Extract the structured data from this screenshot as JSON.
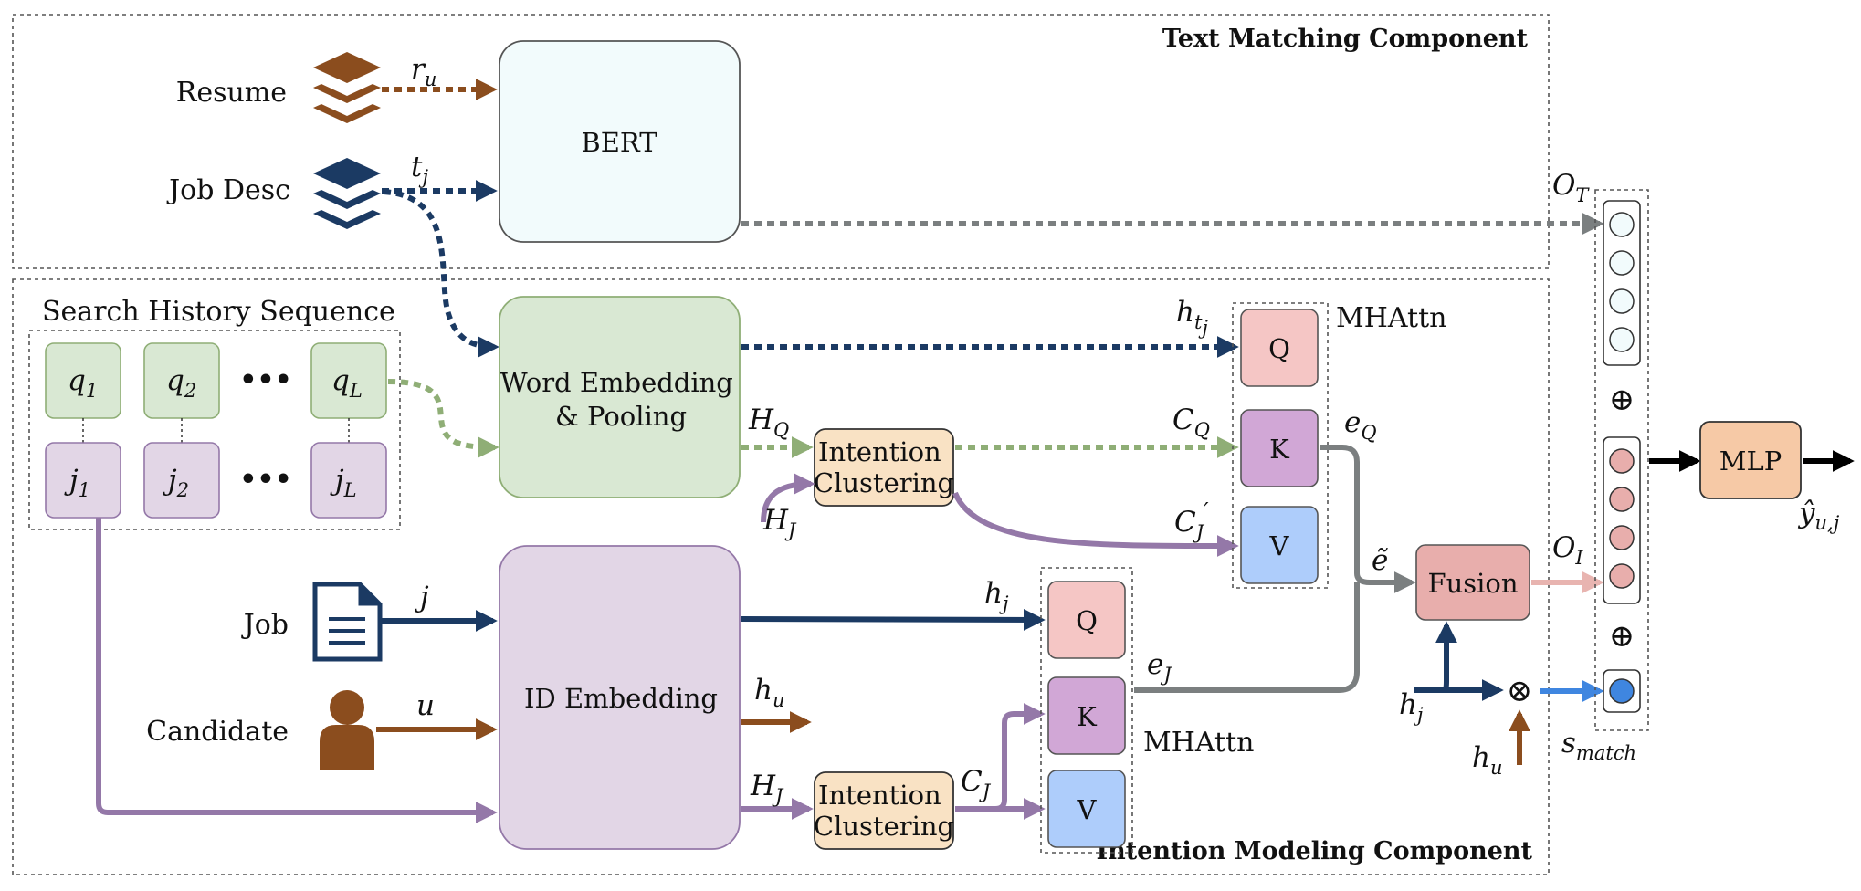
{
  "components": {
    "text_matching": "Text Matching Component",
    "intention_modeling": "Intention Modeling Component",
    "search_history": "Search History Sequence"
  },
  "inputs": {
    "resume": "Resume",
    "job_desc": "Job Desc",
    "job": "Job",
    "candidate": "Candidate"
  },
  "modules": {
    "bert": "BERT",
    "word_embedding_line1": "Word Embedding",
    "word_embedding_line2": "& Pooling",
    "id_embedding": "ID Embedding",
    "intention_clustering_line1": "Intention",
    "intention_clustering_line2": "Clustering",
    "fusion": "Fusion",
    "mlp": "MLP",
    "mhattn": "MHAttn",
    "q": "Q",
    "k": "K",
    "v": "V"
  },
  "sequence": {
    "ellipsis": "•••",
    "queries": [
      {
        "base": "q",
        "sub": "1"
      },
      {
        "base": "q",
        "sub": "2"
      },
      {
        "base": "q",
        "sub": "L"
      }
    ],
    "jobs": [
      {
        "base": "j",
        "sub": "1"
      },
      {
        "base": "j",
        "sub": "2"
      },
      {
        "base": "j",
        "sub": "L"
      }
    ]
  },
  "symbols": {
    "r_u": {
      "base": "r",
      "sub": "u"
    },
    "t_j": {
      "base": "t",
      "sub": "j"
    },
    "O_T": {
      "base": "O",
      "sub": "T"
    },
    "h_tj": {
      "base": "h",
      "sub": "t"
    },
    "H_Q": {
      "base": "H",
      "sub": "Q"
    },
    "C_Q": {
      "base": "C",
      "sub": "Q"
    },
    "e_Q": {
      "base": "e",
      "sub": "Q"
    },
    "H_J_upper": {
      "base": "H",
      "sub": "J"
    },
    "C_J_prime": {
      "base": "C",
      "sub": "J"
    },
    "e_tilde": "ẽ",
    "O_I": {
      "base": "O",
      "sub": "I"
    },
    "j": "j",
    "h_j": {
      "base": "h",
      "sub": "j"
    },
    "u": "u",
    "h_u": {
      "base": "h",
      "sub": "u"
    },
    "e_J": {
      "base": "e",
      "sub": "J"
    },
    "H_J_lower": {
      "base": "H",
      "sub": "J"
    },
    "C_J": {
      "base": "C",
      "sub": "J"
    },
    "h_j_fusion": {
      "base": "h",
      "sub": "j"
    },
    "h_u_fusion": {
      "base": "h",
      "sub": "u"
    },
    "s_match": {
      "base": "s",
      "sub": "match"
    },
    "y_hat": {
      "base": "ŷ",
      "sub": "u,j"
    },
    "oplus": "⊕",
    "otimes": "⊗"
  },
  "colors": {
    "navy": "#1b3a63",
    "brown": "#8b4d1e",
    "green_arrow": "#8fae76",
    "purple_arrow": "#9478a8",
    "gray_arrow": "#7b7f80",
    "pink_arrow": "#e8b4b0",
    "blue_arrow": "#3f86e0",
    "bert_fill": "#f2fbfc",
    "green_fill": "#d9e8d3",
    "purple_fill": "#e2d6e6",
    "orange_fill": "#f9e2c4",
    "q_fill": "#f5c6c5",
    "k_fill": "#d1a7d6",
    "v_fill": "#aecdfb",
    "fusion_fill": "#e8aeac",
    "mlp_fill": "#f6c9a6",
    "pink_circle": "#e8aeac",
    "blue_circle": "#3f86e0"
  }
}
